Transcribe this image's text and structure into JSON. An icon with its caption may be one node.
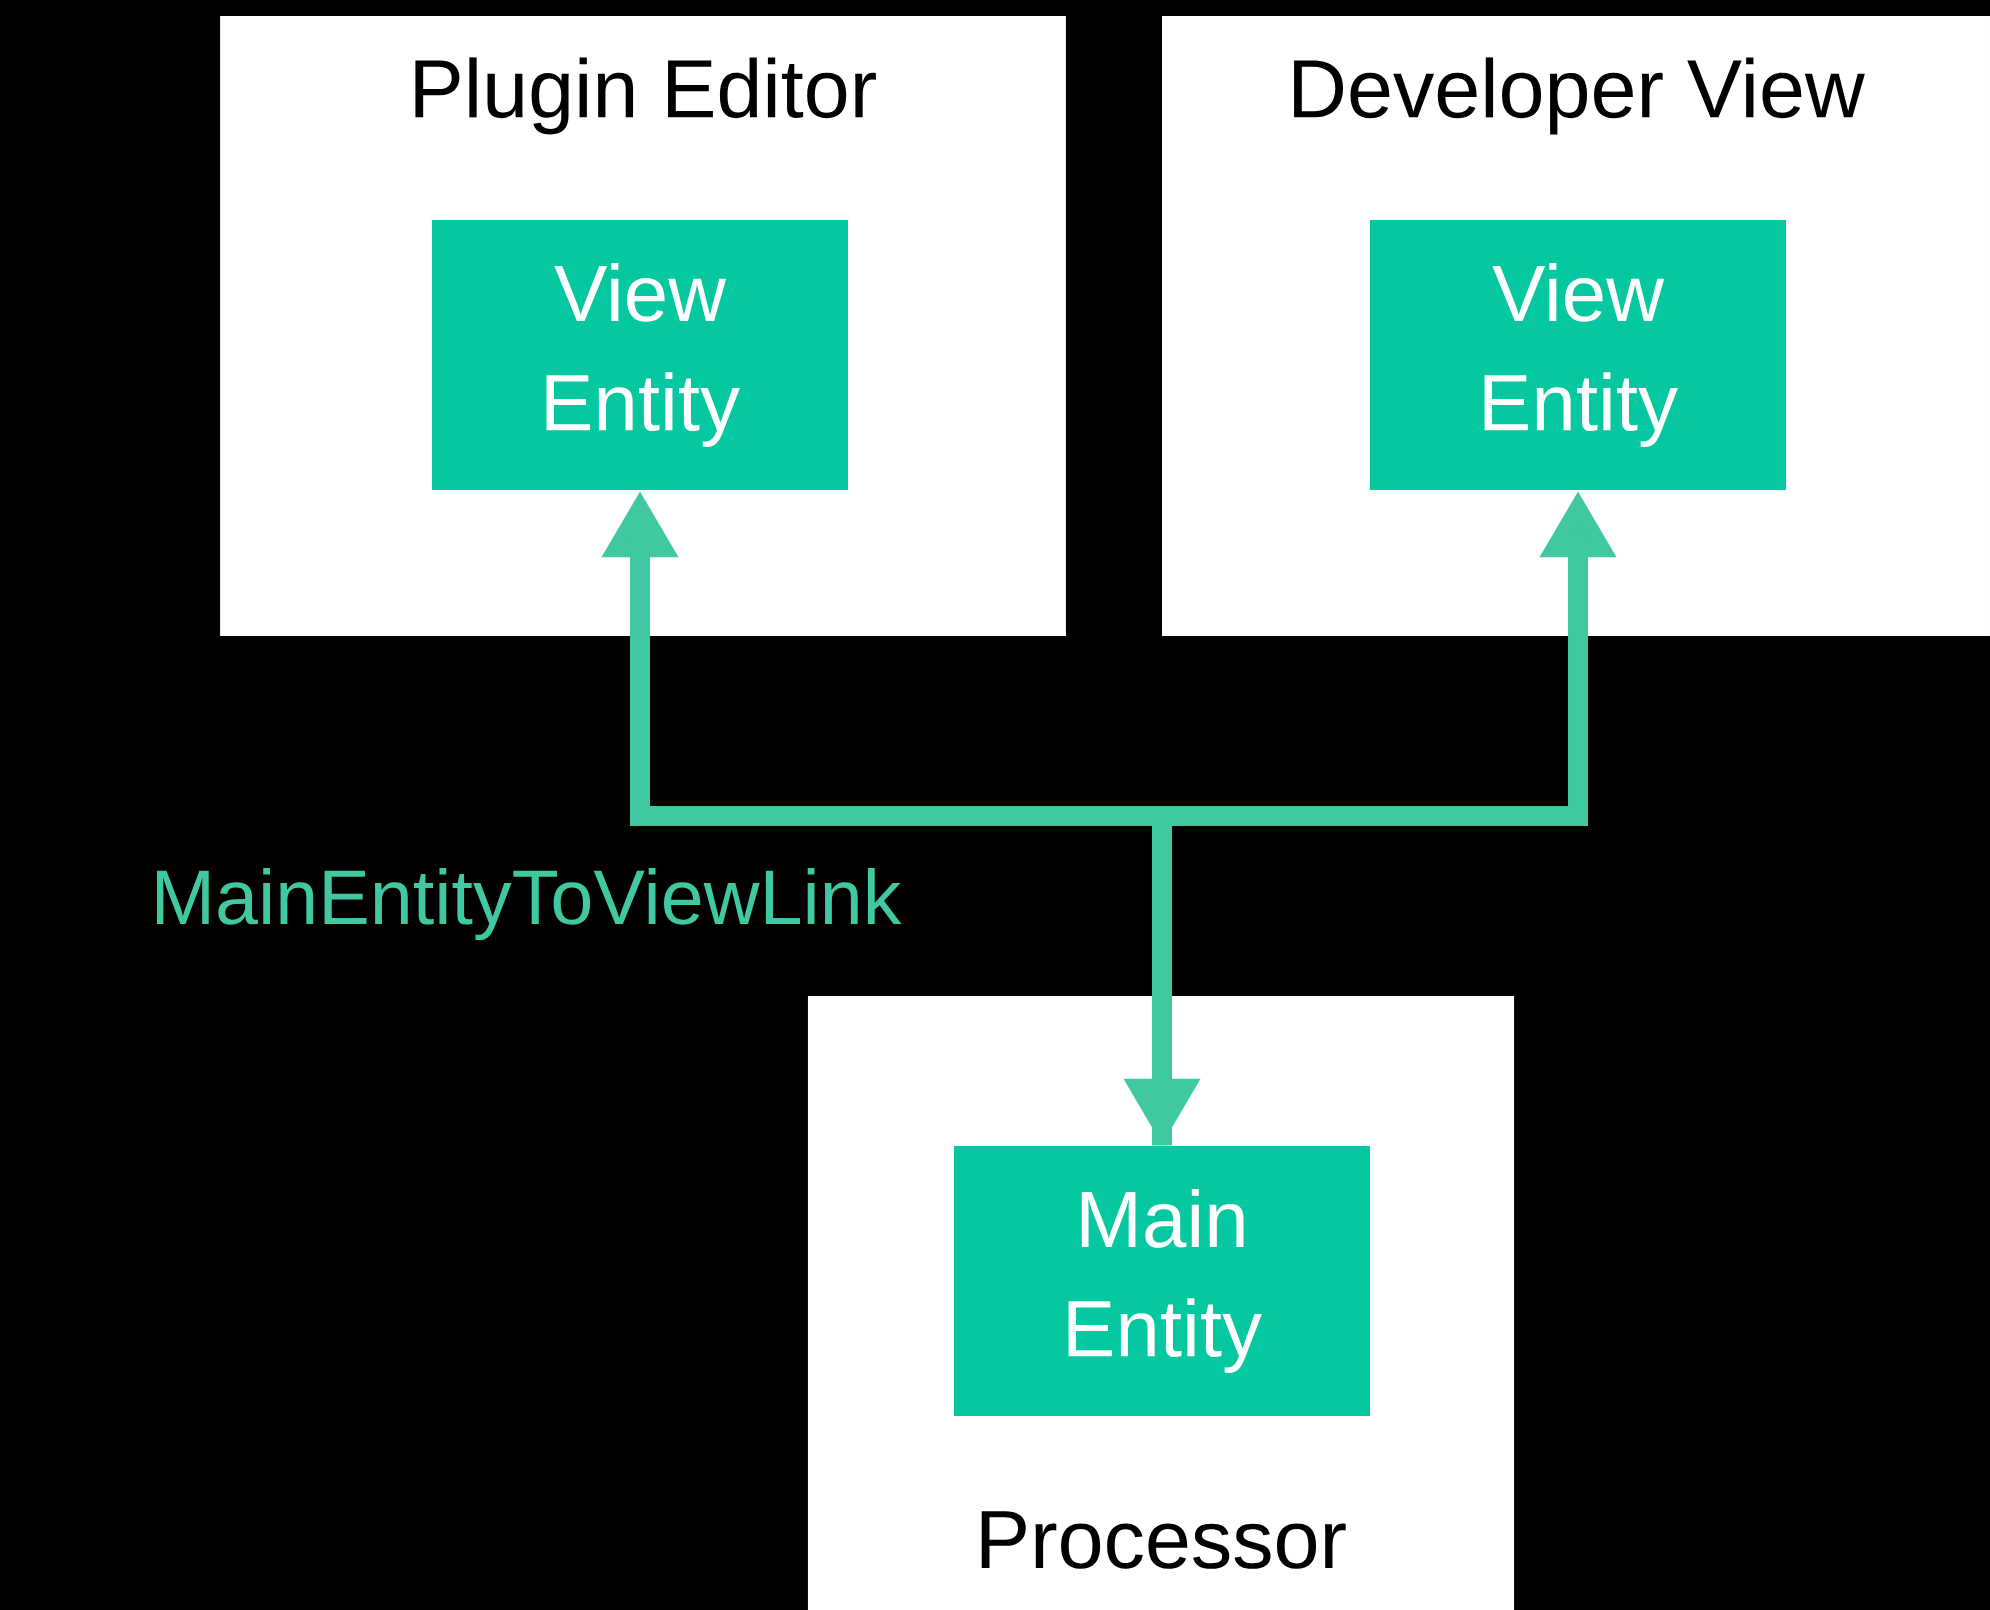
{
  "diagram": {
    "nodes": [
      {
        "text": [
          "Plugin Editor"
        ]
      },
      {
        "text": [
          "View Entity"
        ],
        "in": 0
      },
      {
        "text": [
          "Developer View"
        ]
      },
      {
        "text": [
          "View Entity"
        ],
        "in": 2
      },
      {
        "text": [
          "Processor"
        ]
      },
      {
        "text": [
          "Main Entity"
        ],
        "in": 4
      }
    ],
    "edges": [
      {
        "from": 5,
        "to": 1,
        "arrow": "both",
        "label": "MainEntityToViewLink"
      },
      {
        "from": 5,
        "to": 3,
        "arrow": "to"
      }
    ]
  }
}
